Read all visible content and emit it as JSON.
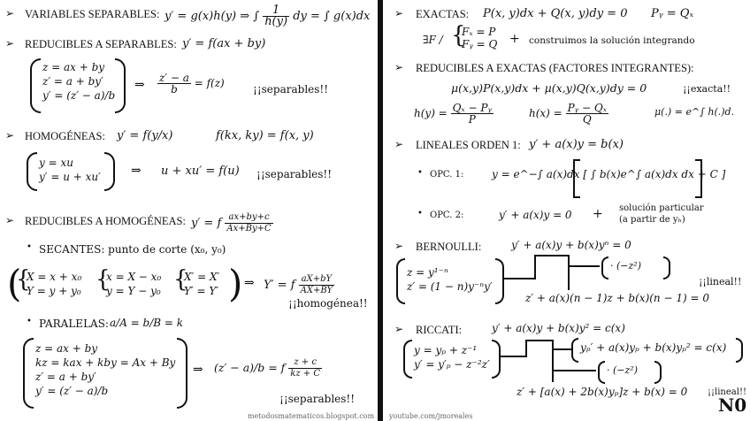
{
  "left": {
    "s1": {
      "title": "VARIABLES SEPARABLES:",
      "eq": "y′ = g(x)h(y) ⇒ ∫ dy/h(y) = ∫ g(x)dx"
    },
    "s2": {
      "title": "REDUCIBLES A SEPARABLES:",
      "eq": "y′ = f(ax + by)",
      "sys": [
        "z = ax + by",
        "z′ = a + by′",
        "y′ = (z′ − a)/b"
      ],
      "res_num": "z′ − a",
      "res_den": "b",
      "res_tail": "= f(z)",
      "note": "¡¡separables!!"
    },
    "s3": {
      "title": "HOMOGÉNEAS:",
      "eq1": "y′ = f(y/x)",
      "eq2": "f(kx, ky) = f(x, y)",
      "sys": [
        "y = xu",
        "y′ = u + xu′"
      ],
      "res": "u + xu′ = f(u)",
      "note": "¡¡separables!!"
    },
    "s4": {
      "title": "REDUCIBLES A HOMOGÉNEAS:",
      "eq": "y′ = f",
      "frac_num": "ax+by+c",
      "frac_den": "Ax+By+C",
      "sec": "SECANTES: punto de corte (x₀, y₀)",
      "sysA": [
        "X = x + x₀",
        "Y = y + y₀"
      ],
      "sysB": [
        "x = X − x₀",
        "y = Y − y₀"
      ],
      "sysC": [
        "X′ = X′",
        "Y′ = Y′"
      ],
      "res": "Y′ = f",
      "res_num": "aX+bY",
      "res_den": "AX+BY",
      "note": "¡¡homogénea!!",
      "par": "PARALELAS:",
      "par_eq": "a/A = b/B = k",
      "sysD": [
        "z = ax + by",
        "kz = kax + kby = Ax + By",
        "z′ = a + by′",
        "y′ = (z′ − a)/b"
      ],
      "res2": "(z′ − a)/b = f",
      "res2_num": "z + c",
      "res2_den": "kz + C",
      "note2": "¡¡separables!!"
    },
    "footer": "metodosmatematicos.blogspot.com"
  },
  "right": {
    "e1": {
      "title": "EXACTAS:",
      "eq": "P(x, y)dx + Q(x, y)dy = 0",
      "cond": "Pᵧ = Qₓ",
      "exists": "∃F /",
      "sys": [
        "Fₓ = P",
        "Fᵧ = Q"
      ],
      "plus": "+",
      "note": "construimos la solución integrando"
    },
    "e2": {
      "title": "REDUCIBLES A EXACTAS (FACTORES INTEGRANTES):",
      "eq": "μ(x,y)P(x,y)dx + μ(x,y)Q(x,y)dy = 0",
      "note": "¡¡exacta!!",
      "h1": "h(y) =",
      "h1_num": "Qₓ − Pᵧ",
      "h1_den": "P",
      "h2": "h(x) =",
      "h2_num": "Pᵧ − Qₓ",
      "h2_den": "Q",
      "mu": "μ(.) = e^∫ h(.)d."
    },
    "e3": {
      "title": "LINEALES ORDEN 1:",
      "eq": "y′ + a(x)y = b(x)",
      "opc1": "OPC. 1:",
      "opc1_eq": "y = e^−∫ a(x)dx [ ∫ b(x)e^∫ a(x)dx dx + C ]",
      "opc2": "OPC. 2:",
      "opc2_eq": "y′ + a(x)y = 0",
      "plus": "+",
      "opc2_note1": "solución particular",
      "opc2_note2": "(a partir de yₕ)"
    },
    "e4": {
      "title": "BERNOULLI:",
      "eq": "y′ + a(x)y + b(x)yⁿ = 0",
      "sys": [
        "z = y¹⁻ⁿ",
        "z′ = (1 − n)y⁻ⁿy′"
      ],
      "mult": "· (−z²)",
      "note": "¡¡lineal!!",
      "res": "z′ + a(x)(n − 1)z + b(x)(n − 1) = 0"
    },
    "e5": {
      "title": "RICCATI:",
      "eq": "y′ + a(x)y + b(x)y² = c(x)",
      "sys": [
        "y = yₚ + z⁻¹",
        "y′ = y′ₚ − z⁻²z′"
      ],
      "box1": "yₚ′ + a(x)yₚ + b(x)yₚ² = c(x)",
      "mult": "· (−z²)",
      "res": "z′ + [a(x) + 2b(x)yₚ]z + b(x) = 0",
      "note": "¡¡lineal!!"
    },
    "footer": "youtube.com/jmoreales",
    "logo": "N0"
  }
}
